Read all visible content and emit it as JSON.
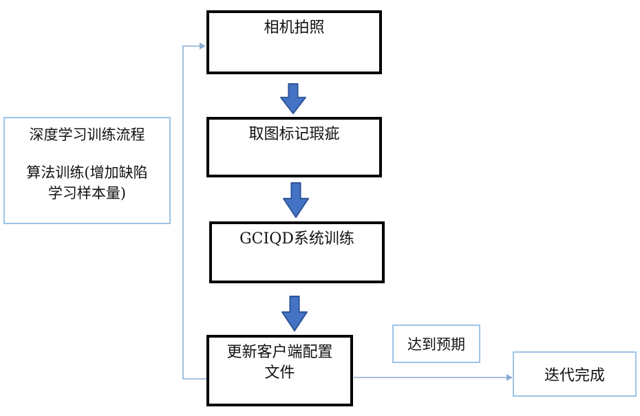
{
  "diagram": {
    "side_note": {
      "lines": [
        "深度学习训练流程",
        "算法训练(增加缺陷",
        "学习样本量)"
      ]
    },
    "steps": {
      "camera": "相机拍照",
      "mark": "取图标记瑕疵",
      "train": "GCIQD系统训练",
      "update_line1": "更新客户端配置",
      "update_line2": "文件"
    },
    "labels": {
      "expected": "达到预期",
      "done": "迭代完成"
    },
    "colors": {
      "process_border": "#000000",
      "note_border": "#9dc3e6",
      "arrow_fill": "#4472c4",
      "arrow_stroke": "#2e5597",
      "connector": "#8aadd4"
    }
  }
}
